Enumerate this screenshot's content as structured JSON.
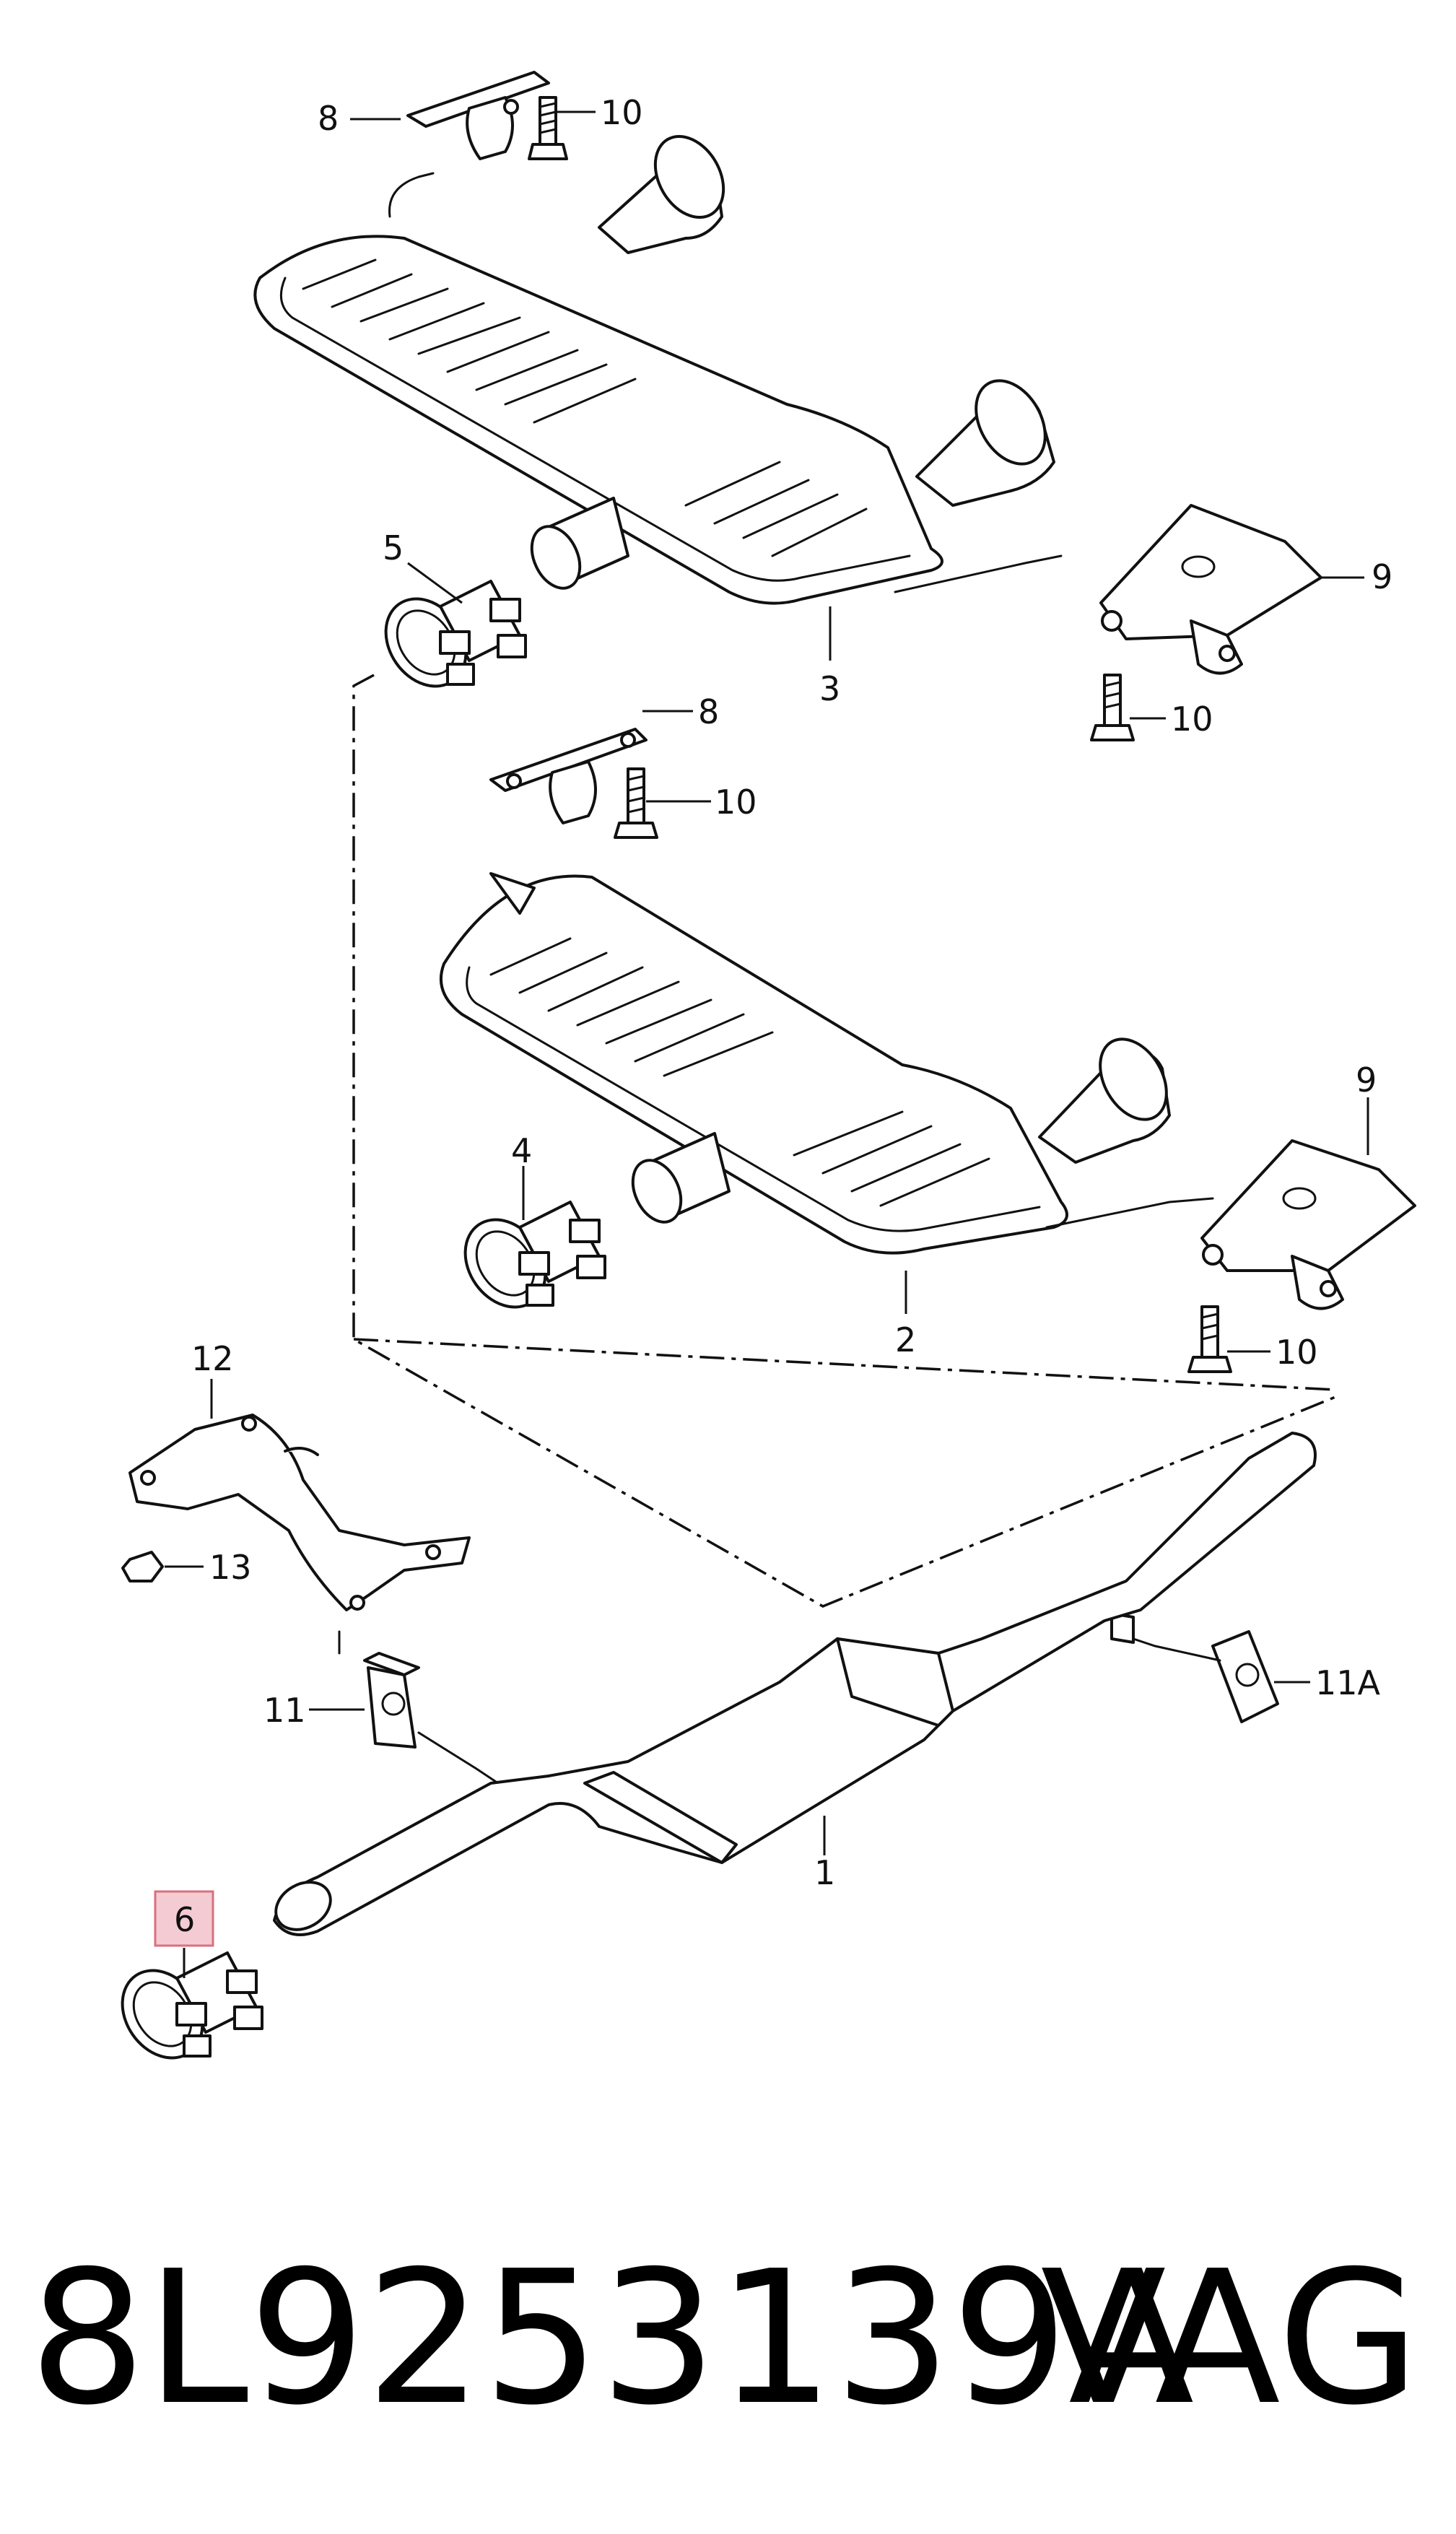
{
  "diagram": {
    "callouts": {
      "c1": "1",
      "c2": "2",
      "c3": "3",
      "c4": "4",
      "c5": "5",
      "c6": "6",
      "c8a": "8",
      "c8b": "8",
      "c9a": "9",
      "c9b": "9",
      "c10a": "10",
      "c10b": "10",
      "c10c": "10",
      "c10d": "10",
      "c11": "11",
      "c11a": "11A",
      "c12": "12",
      "c13": "13"
    },
    "highlighted_part": "6"
  },
  "footer": {
    "part_number": "8L9253139A",
    "brand": "VAG"
  }
}
